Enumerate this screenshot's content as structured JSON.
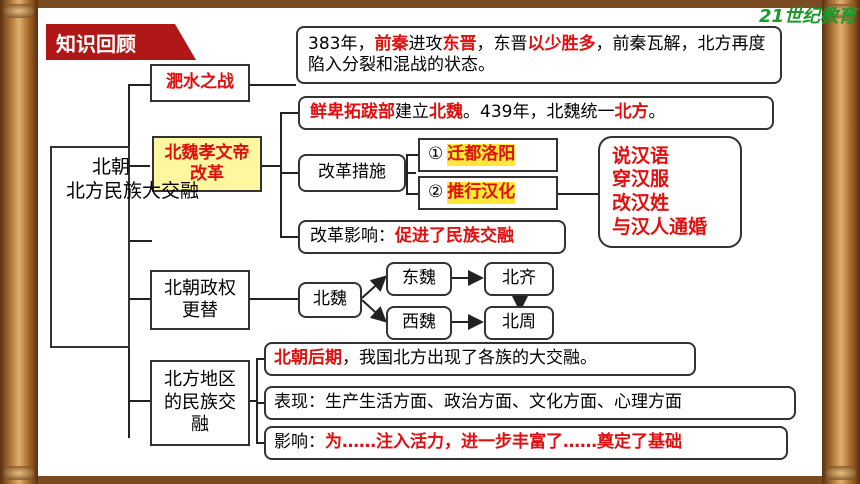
{
  "title": "知识回顾",
  "logo": "21世纪教育",
  "root": [
    "北朝",
    "北方民族大交融"
  ],
  "feishui": {
    "label": "淝水之战",
    "text": [
      {
        "t": "383年，",
        "red": false
      },
      {
        "t": "前秦",
        "red": true
      },
      {
        "t": "进攻",
        "red": false
      },
      {
        "t": "东晋",
        "red": true
      },
      {
        "t": "，东晋",
        "red": false
      },
      {
        "t": "以少胜多",
        "red": true
      },
      {
        "t": "，前秦瓦解，北方再度陷入分裂和混战的状态。",
        "red": false
      }
    ]
  },
  "xiaowen": {
    "label": "北魏孝文帝改革",
    "establish": [
      {
        "t": "鲜卑拓跋部",
        "red": true
      },
      {
        "t": "建立",
        "red": false
      },
      {
        "t": "北魏",
        "red": true
      },
      {
        "t": "。439年，北魏统一",
        "red": false
      },
      {
        "t": "北方",
        "red": true
      },
      {
        "t": "。",
        "red": false
      }
    ],
    "measures_label": "改革措施",
    "measure1_num": "①",
    "measure1": "迁都洛阳",
    "measure2_num": "②",
    "measure2": "推行汉化",
    "hanhua": [
      "说汉语",
      "穿汉服",
      "改汉姓",
      "与汉人通婚"
    ],
    "impact_label": "改革影响：",
    "impact": "促进了民族交融"
  },
  "regime": {
    "label": "北朝政权更替",
    "beiwei": "北魏",
    "dongwei": "东魏",
    "xiwei": "西魏",
    "beiqi": "北齐",
    "beizhou": "北周"
  },
  "fusion": {
    "label": "北方地区的民族交融",
    "row1": [
      {
        "t": "北朝后期",
        "red": true
      },
      {
        "t": "，我国北方出现了各族的大交融。",
        "red": false
      }
    ],
    "row2": "表现：生产生活方面、政治方面、文化方面、心理方面",
    "row3": [
      {
        "t": "影响：",
        "red": false
      },
      {
        "t": "为……注入活力，进一步丰富了……奠定了基础",
        "red": true
      }
    ]
  }
}
